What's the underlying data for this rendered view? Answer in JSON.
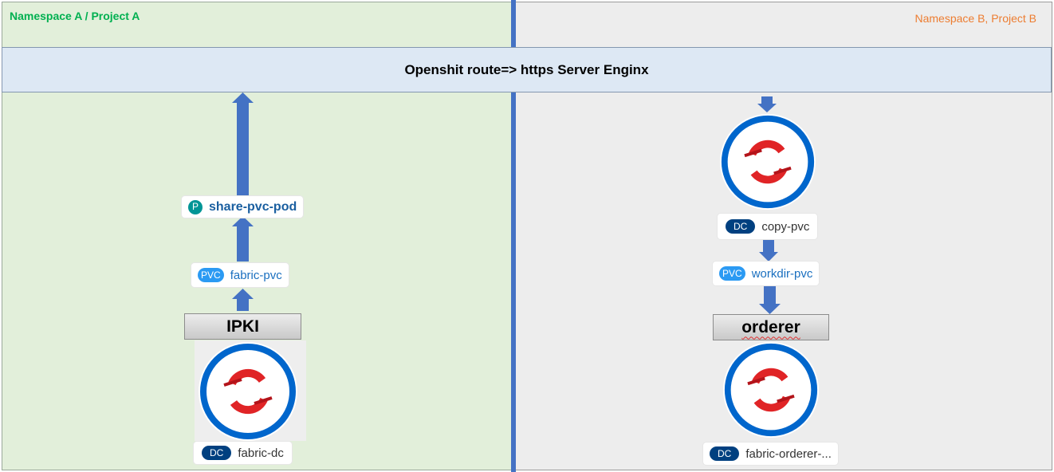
{
  "namespace_a": {
    "label": "Namespace A / Project A"
  },
  "namespace_b": {
    "label": "Namespace B, Project B"
  },
  "route": {
    "label": "Openshit route=> https Server Enginx"
  },
  "left_stack": {
    "pod_tag": "P",
    "pod_label": "share-pvc-pod",
    "pvc_tag": "PVC",
    "pvc_label": "fabric-pvc",
    "box_label": "IPKI",
    "dc_tag": "DC",
    "dc_label": "fabric-dc"
  },
  "right_stack": {
    "dc1_tag": "DC",
    "dc1_label": "copy-pvc",
    "pvc_tag": "PVC",
    "pvc_label": "workdir-pvc",
    "box_label": "orderer",
    "dc2_tag": "DC",
    "dc2_label": "fabric-orderer-..."
  },
  "colors": {
    "namespace_a_fill": "#e2efda",
    "namespace_b_fill": "#ededed",
    "namespace_a_text": "#00b050",
    "namespace_b_text": "#ed7d31",
    "arrow": "#4472c4",
    "logo_red": "#e02426",
    "logo_blue": "#0066cc"
  },
  "icons": [
    "openshift-logo-icon",
    "arrow-up-icon",
    "arrow-down-icon"
  ]
}
